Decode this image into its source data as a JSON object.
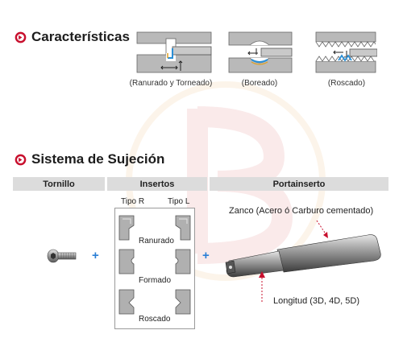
{
  "characteristics": {
    "title": "Características",
    "captions": [
      "(Ranurado y Torneado)",
      "(Boreado)",
      "(Roscado)"
    ]
  },
  "clamping": {
    "title": "Sistema de Sujeción",
    "headers": [
      "Tornillo",
      "Insertos",
      "Portainserto"
    ],
    "type_labels": [
      "Tipo R",
      "Tipo L"
    ],
    "insert_rows": [
      "Ranurado",
      "Formado",
      "Roscado"
    ],
    "shank_label": "Zanco (Acero ó Carburo cementado)",
    "length_label": "Longitud (3D, 4D, 5D)",
    "plus": "+"
  },
  "colors": {
    "accent": "#c8102e",
    "plus": "#2a7fd6",
    "header_bg": "#dcdcdc"
  }
}
